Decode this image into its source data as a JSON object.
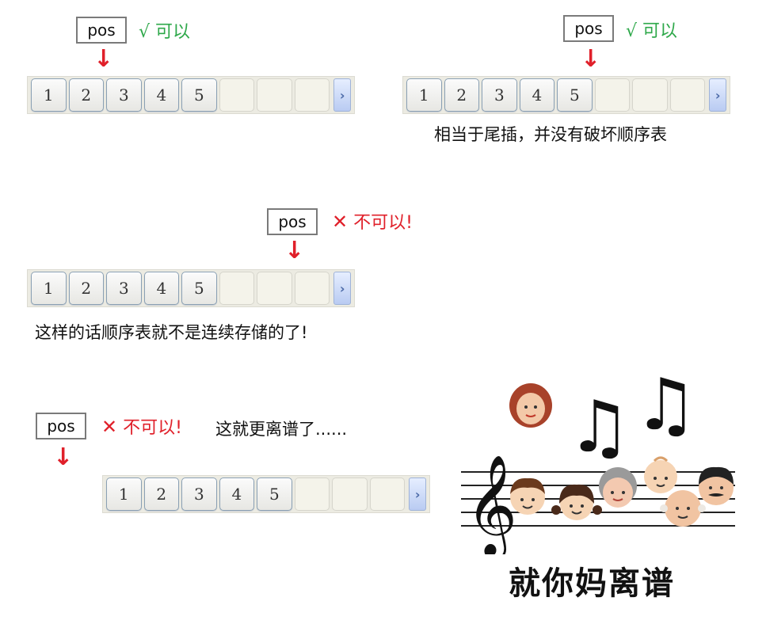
{
  "pos_label": "pos",
  "arrow_glyph": "↓",
  "scroll_glyph": "›",
  "cells": [
    "1",
    "2",
    "3",
    "4",
    "5"
  ],
  "diagram1": {
    "verdict": "√ 可以"
  },
  "diagram2": {
    "verdict": "√ 可以",
    "note": "相当于尾插，并没有破坏顺序表"
  },
  "diagram3": {
    "verdict_mark": "✕",
    "verdict_text": "不可以!",
    "note": "这样的话顺序表就不是连续存储的了!"
  },
  "diagram4": {
    "verdict_mark": "✕",
    "verdict_text": "不可以!",
    "note": "这就更离谱了......"
  },
  "meme": {
    "caption": "就你妈离谱",
    "notes": "♫"
  },
  "colors": {
    "ok": "#2ea84a",
    "no": "#e0202a",
    "cell_border": "#8aa0b4",
    "scroll": "#b9cbf2"
  }
}
